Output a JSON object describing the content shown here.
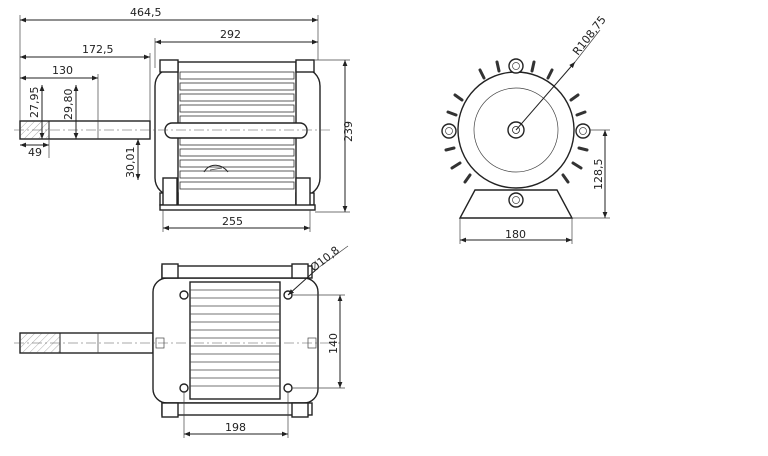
{
  "dimensions": {
    "overall_length": "464,5",
    "housing_length": "292",
    "shaft_to_foot": "172,5",
    "shaft_length": "130",
    "shaft_dia_key": "27,95",
    "shaft_dia": "29,80",
    "key_length": "49",
    "shaft_height": "30,01",
    "overall_height": "239",
    "foot_length": "255",
    "housing_radius": "R108,75",
    "center_height": "128,5",
    "foot_width": "180",
    "bolt_hole_dia": "Ø10,8",
    "bolt_spacing_vertical": "140",
    "bolt_spacing_horizontal": "198"
  }
}
